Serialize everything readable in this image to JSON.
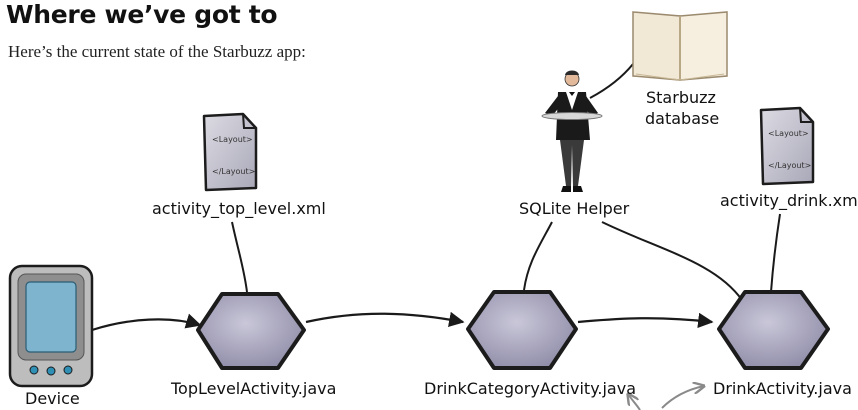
{
  "heading": "Where we’ve got to",
  "intro": "Here’s the current state of the Starbuzz app:",
  "layout_tag_open": "<Layout>",
  "layout_tag_close": "</Layout>",
  "labels": {
    "top_level_xml": "activity_top_level.xml",
    "sqlite_helper": "SQLite Helper",
    "starbuzz_database_line1": "Starbuzz",
    "starbuzz_database_line2": "database",
    "drink_xml": "activity_drink.xml",
    "device": "Device",
    "top_level_activity": "TopLevelActivity.java",
    "drink_category_activity": "DrinkCategoryActivity.java",
    "drink_activity": "DrinkActivity.java"
  },
  "colors": {
    "hexagon_fill": "#a9a6bd",
    "hexagon_stroke": "#1c1c1c",
    "device_body": "#b9b9b9",
    "device_screen": "#7fb4cf",
    "device_buttons": "#2f8fb5",
    "document_fill": "#c9c8d2",
    "book_pages": "#f1e8d6",
    "arrow_light": "#8a8a8a"
  }
}
